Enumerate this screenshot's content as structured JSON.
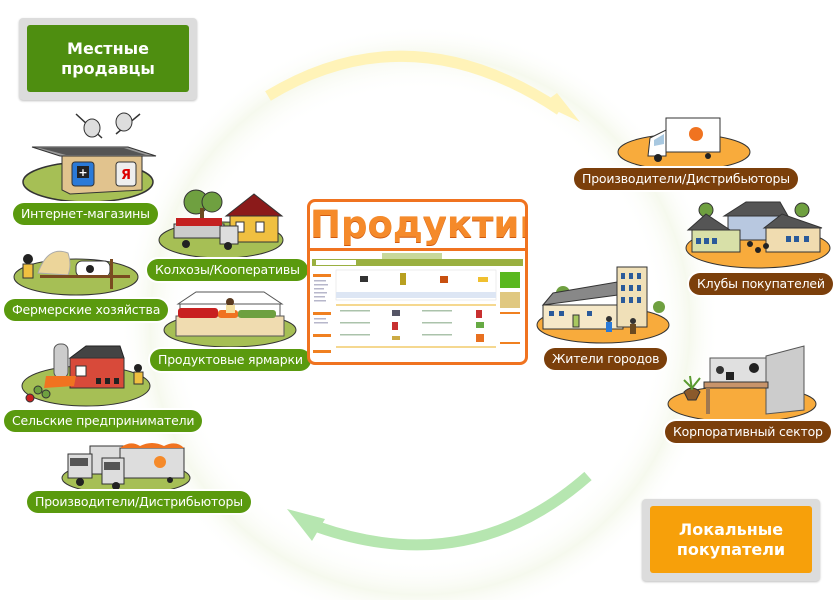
{
  "sellers": {
    "title": "Местные продавцы",
    "color": "#4e8e10",
    "items": [
      {
        "label": "Интернет-магазины",
        "icon": "online-store-icon"
      },
      {
        "label": "Колхозы/Кооперативы",
        "icon": "cooperative-farm-icon"
      },
      {
        "label": "Фермерские хозяйства",
        "icon": "farm-icon"
      },
      {
        "label": "Продуктовые ярмарки",
        "icon": "market-stall-icon"
      },
      {
        "label": "Сельские предприниматели",
        "icon": "barn-icon"
      },
      {
        "label": "Производители/Дистрибьюторы",
        "icon": "trucks-icon"
      }
    ]
  },
  "buyers": {
    "title": "Локальные покупатели",
    "color": "#f7a00a",
    "items": [
      {
        "label": "Производители/Дистрибьюторы",
        "icon": "delivery-van-icon"
      },
      {
        "label": "Клубы покупателей",
        "icon": "houses-icon"
      },
      {
        "label": "Жители городов",
        "icon": "city-residents-icon"
      },
      {
        "label": "Корпоративный сектор",
        "icon": "office-icon"
      }
    ]
  },
  "center": {
    "brand": "Продуктин",
    "brand_color": "#f58a2a"
  },
  "flow": {
    "top_arrow_color": "#fff3b8",
    "bottom_arrow_color": "#b6e6b0"
  }
}
